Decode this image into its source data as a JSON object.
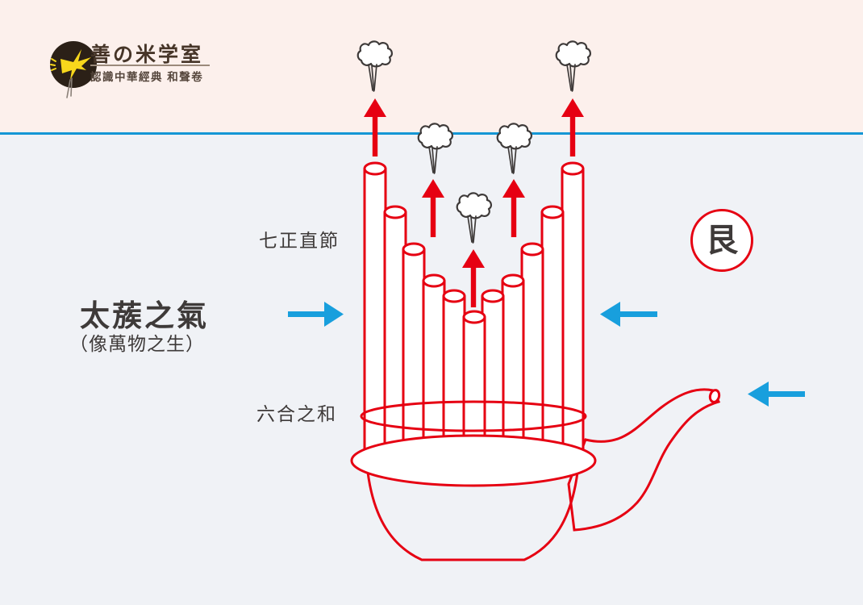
{
  "logo": {
    "title": "善の米学室",
    "subtitle": "認識中華經典 和聲卷",
    "icon": "swallow-bird-icon"
  },
  "labels": {
    "pipes_label": "七正直節",
    "band_label": "六合之和",
    "qi_title": "太蔟之氣",
    "qi_subtitle": "（像萬物之生）",
    "trigram": "艮"
  },
  "icons": {
    "steam": "steam-puff-icon",
    "up_arrow": "red-up-arrow-icon",
    "airflow_arrow": "blue-airflow-arrow-icon"
  },
  "colors": {
    "outline_red": "#e60012",
    "waterline_blue": "#1497d5",
    "arrow_blue": "#189fdd",
    "bg_top_pink": "#fcf0ec",
    "bg_bottom_gray": "#f0f2f6",
    "text_dark": "#3e3a39",
    "logo_circle_dark": "#2b2017",
    "bird_yellow": "#f7d71c"
  }
}
